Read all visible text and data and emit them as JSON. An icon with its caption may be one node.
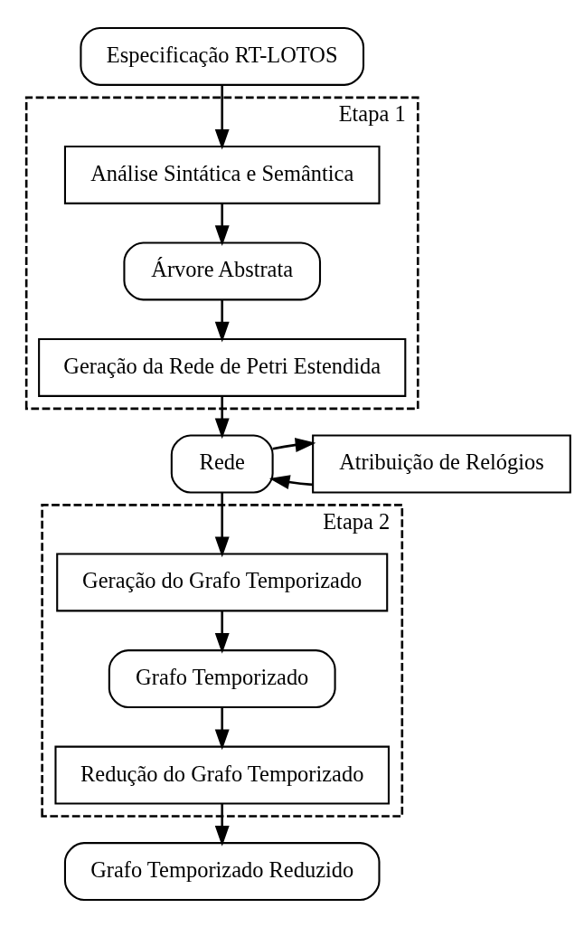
{
  "diagram": {
    "nodes": [
      {
        "text": [
          "Especificação RT-LOTOS"
        ]
      },
      {
        "text": [
          "Etapa 1"
        ]
      },
      {
        "text": [
          "Análise Sintática e Semântica"
        ],
        "in": 1
      },
      {
        "text": [
          "Árvore Abstrata"
        ],
        "in": 1
      },
      {
        "text": [
          "Geração da Rede de Petri Estendida"
        ],
        "in": 1
      },
      {
        "text": [
          "Rede"
        ]
      },
      {
        "text": [
          "Atribuição de Relógios"
        ]
      },
      {
        "text": [
          "Etapa 2"
        ]
      },
      {
        "text": [
          "Geração do Grafo Temporizado"
        ],
        "in": 7
      },
      {
        "text": [
          "Grafo Temporizado"
        ],
        "in": 7
      },
      {
        "text": [
          "Redução do Grafo Temporizado"
        ],
        "in": 7
      },
      {
        "text": [
          "Grafo Temporizado Reduzido"
        ]
      }
    ],
    "edges": [
      {
        "from": 0,
        "to": 2,
        "arrow": "to"
      },
      {
        "from": 2,
        "to": 3,
        "arrow": "to"
      },
      {
        "from": 3,
        "to": 4,
        "arrow": "to"
      },
      {
        "from": 4,
        "to": 5,
        "arrow": "to"
      },
      {
        "from": 6,
        "to": 5,
        "arrow": "to"
      },
      {
        "from": 5,
        "to": 6,
        "arrow": "to"
      },
      {
        "from": 5,
        "to": 8,
        "arrow": "to"
      },
      {
        "from": 8,
        "to": 9,
        "arrow": "to"
      },
      {
        "from": 9,
        "to": 10,
        "arrow": "to"
      },
      {
        "from": 10,
        "to": 11,
        "arrow": "to"
      }
    ]
  }
}
